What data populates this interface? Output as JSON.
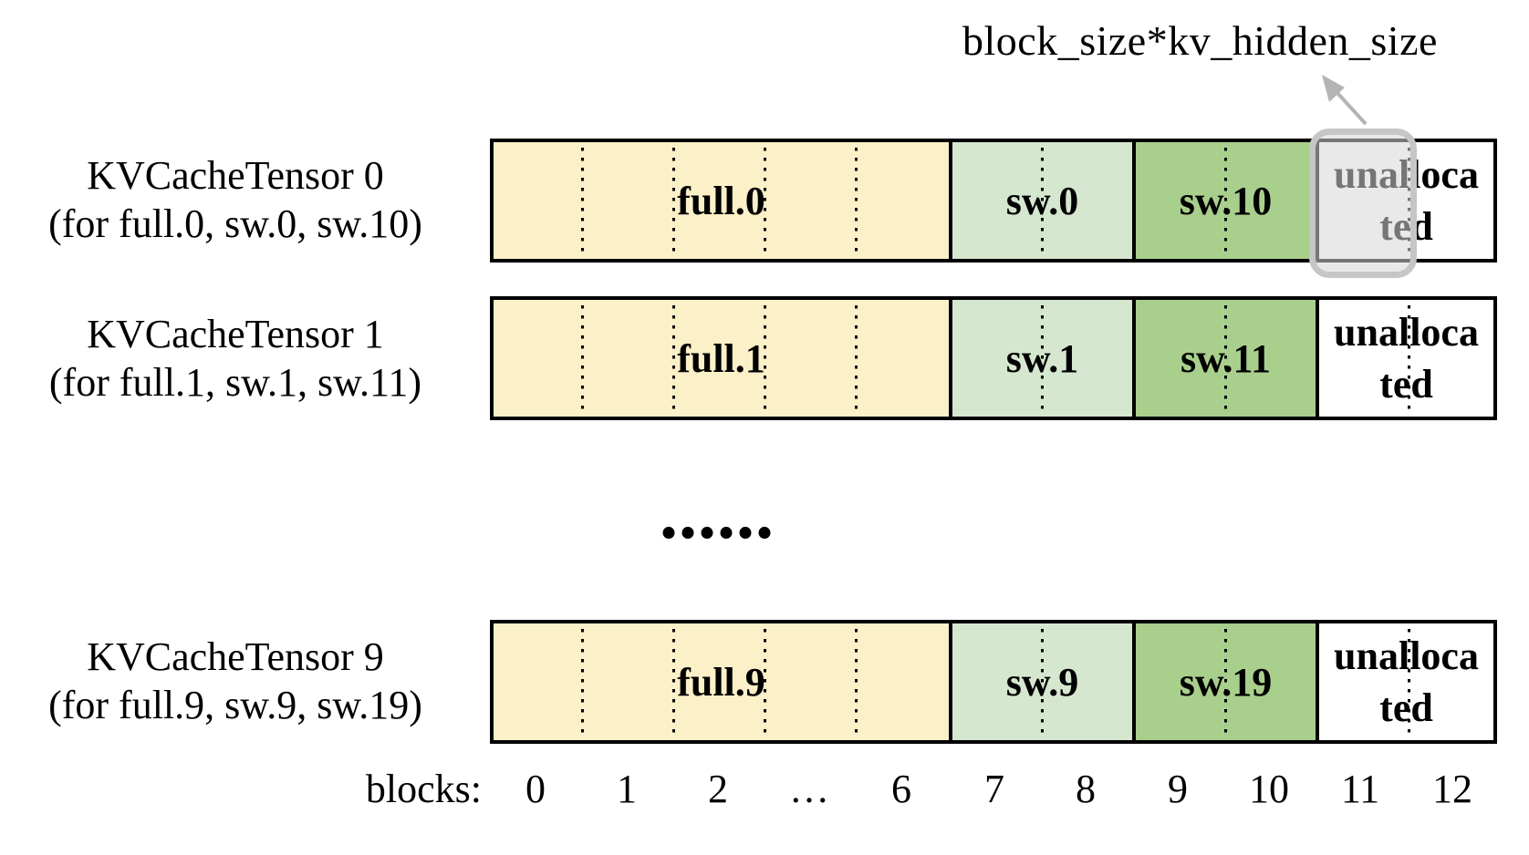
{
  "annotation": {
    "title": "block_size*kv_hidden_size"
  },
  "tensors": [
    {
      "title": "KVCacheTensor 0",
      "subtitle": "(for full.0, sw.0, sw.10)",
      "segments": {
        "full": "full.0",
        "sw_low": "sw.0",
        "sw_high": "sw.10",
        "unallocated_line1": "unalloca",
        "unallocated_line2": "ted"
      },
      "highlighted": true
    },
    {
      "title": "KVCacheTensor 1",
      "subtitle": "(for full.1, sw.1, sw.11)",
      "segments": {
        "full": "full.1",
        "sw_low": "sw.1",
        "sw_high": "sw.11",
        "unallocated_line1": "unalloca",
        "unallocated_line2": "ted"
      },
      "highlighted": false
    },
    {
      "title": "KVCacheTensor 9",
      "subtitle": "(for full.9, sw.9, sw.19)",
      "segments": {
        "full": "full.9",
        "sw_low": "sw.9",
        "sw_high": "sw.19",
        "unallocated_line1": "unalloca",
        "unallocated_line2": "ted"
      },
      "highlighted": false
    }
  ],
  "ellipsis": "......",
  "axis": {
    "label": "blocks:",
    "ticks": [
      "0",
      "1",
      "2",
      "…",
      "6",
      "7",
      "8",
      "9",
      "10",
      "11",
      "12"
    ]
  },
  "colors": {
    "full": "#FCF0C8",
    "sw_low": "#D6E7CF",
    "sw_high": "#A9CF8D",
    "unallocated": "#FFFFFF",
    "highlight_border": "#C6C6C6",
    "highlight_fill": "rgba(215,215,215,0.55)",
    "arrow": "#B4B4B4"
  }
}
